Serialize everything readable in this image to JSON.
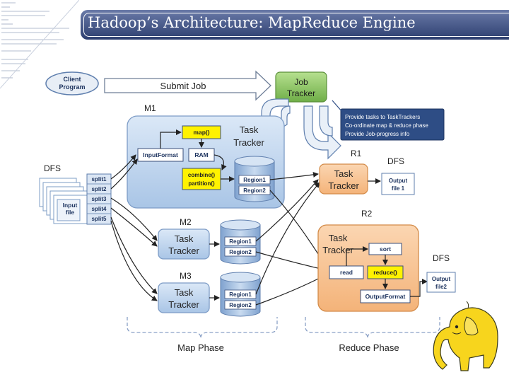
{
  "title": "Hadoop’s Architecture: MapReduce Engine",
  "client": {
    "line1": "Client",
    "line2": "Program"
  },
  "submit_job": "Submit Job",
  "job_tracker": {
    "line1": "Job",
    "line2": "Tracker"
  },
  "job_tracker_notes": [
    "Provide tasks to TaskTrackers",
    "Co-ordinate map & reduce phase",
    "Provide Job-progress info"
  ],
  "m1": {
    "label": "M1",
    "task_tracker": {
      "line1": "Task",
      "line2": "Tracker"
    },
    "map": "map()",
    "input_format": "InputFormat",
    "ram": "RAM",
    "combine": "combine()",
    "partition": "partition()",
    "region1": "Region1",
    "region2": "Region2"
  },
  "m2": {
    "label": "M2",
    "task_tracker": {
      "line1": "Task",
      "line2": "Tracker"
    },
    "region1": "Region1",
    "region2": "Region2"
  },
  "m3": {
    "label": "M3",
    "task_tracker": {
      "line1": "Task",
      "line2": "Tracker"
    },
    "region1": "Region1",
    "region2": "Region2"
  },
  "dfs_left": "DFS",
  "splits": [
    "split1",
    "split2",
    "split3",
    "split4",
    "split5"
  ],
  "input_file": {
    "line1": "Input",
    "line2": "file"
  },
  "r1": {
    "label": "R1",
    "task_tracker": {
      "line1": "Task",
      "line2": "Tracker"
    },
    "dfs": "DFS",
    "output": {
      "line1": "Output",
      "line2": "file 1"
    }
  },
  "r2": {
    "label": "R2",
    "task_tracker": {
      "line1": "Task",
      "line2": "Tracker"
    },
    "sort": "sort",
    "read": "read",
    "reduce": "reduce()",
    "output_format": "OutputFormat",
    "dfs": "DFS",
    "output": {
      "line1": "Output",
      "line2": "file2"
    }
  },
  "map_phase": "Map Phase",
  "reduce_phase": "Reduce Phase",
  "colors": {
    "title_bar": "#3a4b7e",
    "node_blue": "#bcd3ee",
    "node_blue_stroke": "#7d9cc6",
    "job_tracker_green": "#8dc66a",
    "reduce_orange": "#f7c393",
    "highlight_yellow": "#fff200",
    "elephant_yellow": "#f7d51d"
  }
}
